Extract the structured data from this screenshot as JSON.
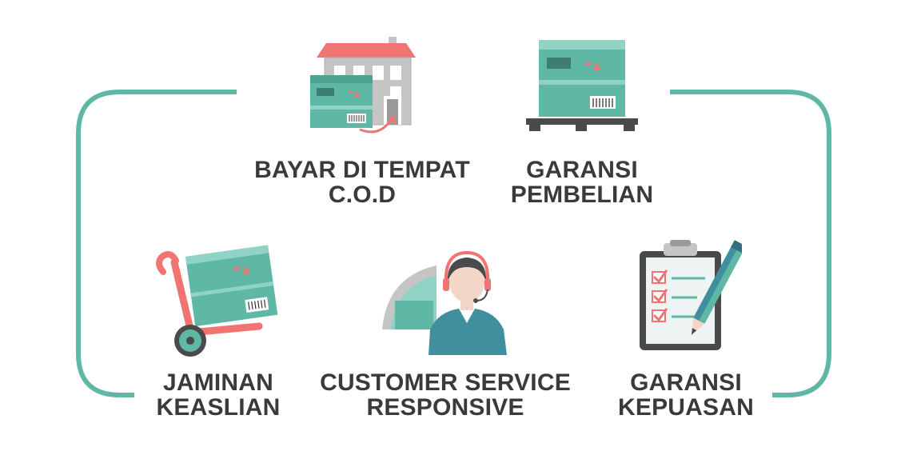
{
  "colors": {
    "teal": "#5fb7a6",
    "teal_light": "#8fd3c5",
    "red": "#f07472",
    "gray": "#c5c5c5",
    "dark_gray": "#4a4a4a",
    "text": "#3a3a3a"
  },
  "features": [
    {
      "icon": "warehouse-box-icon",
      "lines": [
        "BAYAR DI TEMPAT",
        "C.O.D"
      ]
    },
    {
      "icon": "box-pallet-icon",
      "lines": [
        "GARANSI",
        "PEMBELIAN"
      ]
    },
    {
      "icon": "hand-truck-icon",
      "lines": [
        "JAMINAN",
        "KEASLIAN"
      ]
    },
    {
      "icon": "customer-service-icon",
      "lines": [
        "CUSTOMER SERVICE",
        "RESPONSIVE"
      ]
    },
    {
      "icon": "clipboard-checklist-icon",
      "lines": [
        "GARANSI",
        "KEPUASAN"
      ]
    }
  ]
}
